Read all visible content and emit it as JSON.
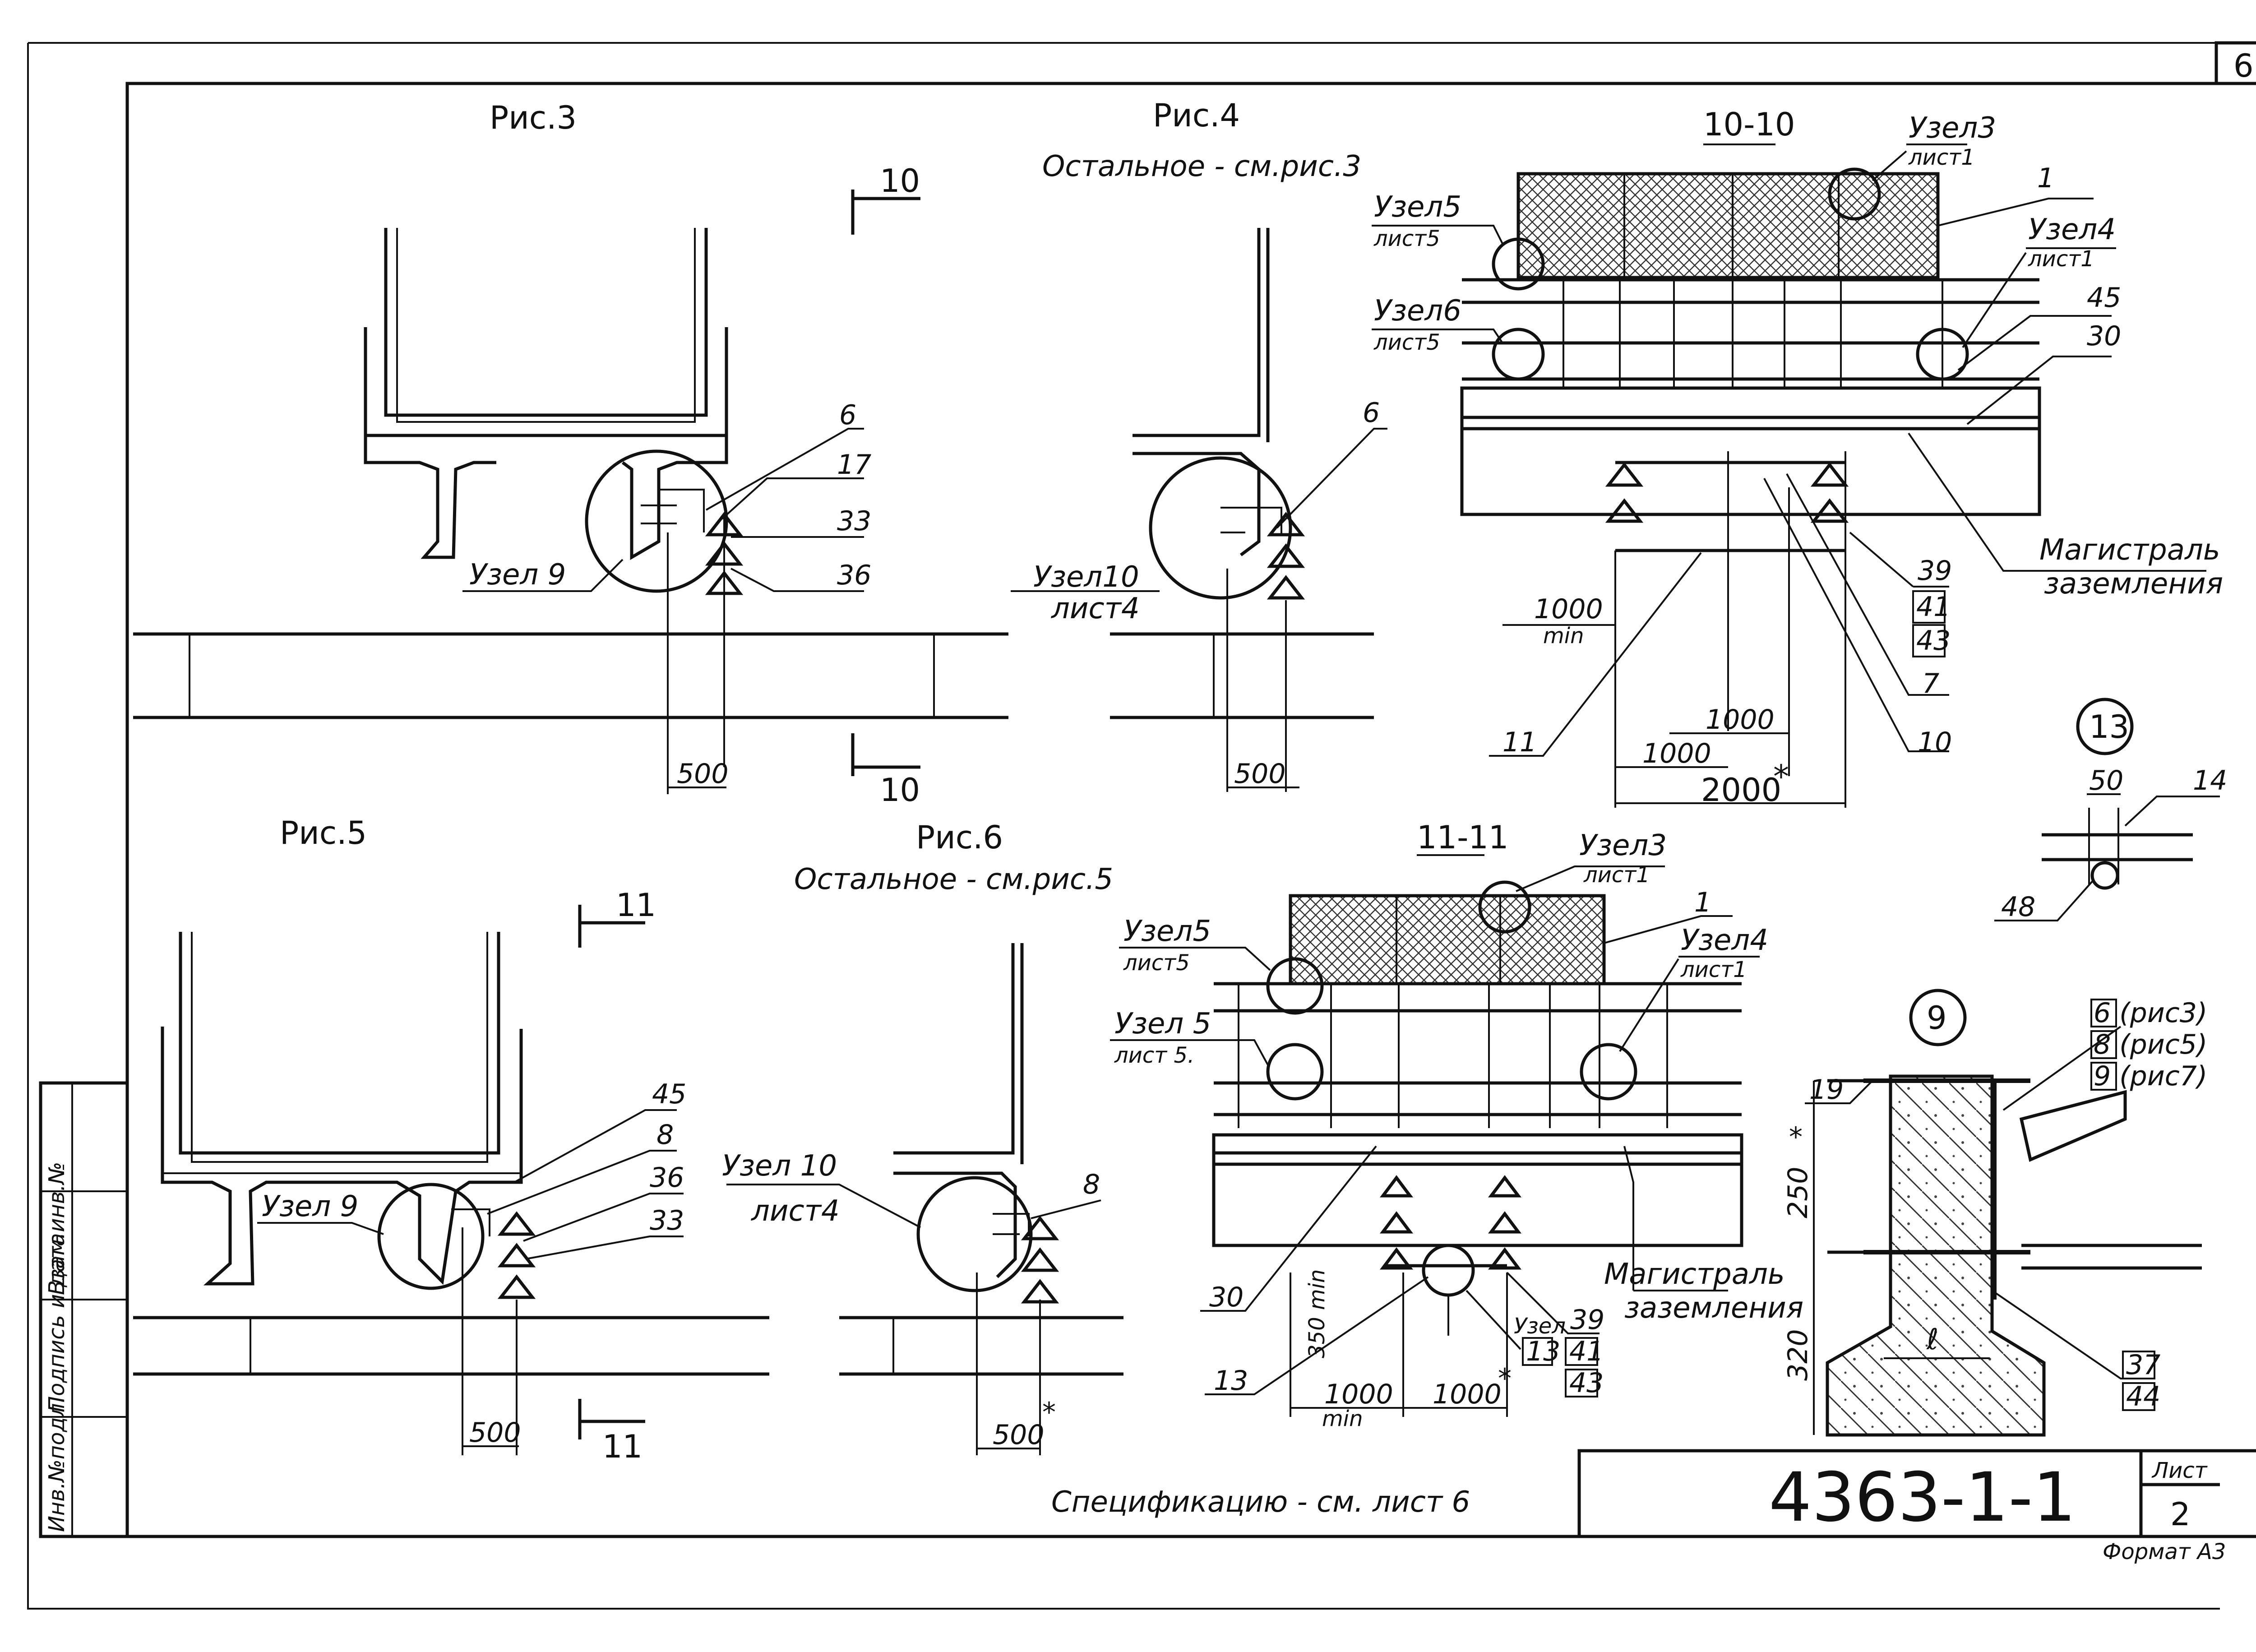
{
  "sheet_number": "6",
  "fig3": {
    "title": "Рис.3",
    "label_6": "6",
    "label_17": "17",
    "label_33": "33",
    "label_36": "36",
    "node": "Узел 9",
    "dim": "500",
    "section_mark": "10"
  },
  "fig4": {
    "title": "Рис.4",
    "subtitle": "Остальное - см.рис.3",
    "label_6": "6",
    "node": "Узел10",
    "node_sheet": "лист4",
    "dim": "500"
  },
  "sec1010": {
    "title": "10-10",
    "n3": "Узел3",
    "n3s": "лист1",
    "n5": "Узел5",
    "n5s": "лист5",
    "n6": "Узел6",
    "n6s": "лист5",
    "n4": "Узел4",
    "n4s": "лист1",
    "l1": "1",
    "l45": "45",
    "l30": "30",
    "mag1": "Магистраль",
    "mag2": "заземления",
    "l39": "39",
    "l41": "41",
    "l43": "43",
    "l7": "7",
    "l10": "10",
    "l11": "11",
    "d1000min": "1000",
    "dmin": "min",
    "d1000a": "1000",
    "d1000b": "1000",
    "d2000": "2000"
  },
  "detail13": {
    "mark": "13",
    "d50": "50",
    "l14": "14",
    "l48": "48"
  },
  "fig5": {
    "title": "Рис.5",
    "section_mark": "11",
    "l45": "45",
    "l8": "8",
    "l36": "36",
    "l33": "33",
    "node": "Узел 9",
    "dim": "500"
  },
  "fig6": {
    "title": "Рис.6",
    "subtitle": "Остальное - см.рис.5",
    "node": "Узел 10",
    "node_sheet": "лист4",
    "l8": "8",
    "dim": "500"
  },
  "sec1111": {
    "title": "11-11",
    "n3": "Узел3",
    "n3s": "лист1",
    "n5a": "Узел5",
    "n5as": "лист5",
    "n5b": "Узел 5",
    "n5bs": "лист 5.",
    "n4": "Узел4",
    "n4s": "лист1",
    "l1": "1",
    "l30": "30",
    "l13": "13",
    "mag1": "Магистраль",
    "mag2": "заземления",
    "v350": "350 min",
    "nd": "Узел",
    "nd13": "13",
    "l39": "39",
    "l41": "41",
    "l43": "43",
    "d1000a": "1000",
    "dmin": "min",
    "d1000b": "1000"
  },
  "detail9": {
    "mark": "9",
    "l19": "19",
    "r1": "6 (рис3)",
    "r2": "8 (рис5)",
    "r3": "9 (рис7)",
    "d250": "250",
    "d320": "320",
    "dl": "ℓ",
    "l37": "37",
    "l44": "44"
  },
  "stamp_left": [
    "Инв.№подл.",
    "Подпись и дата",
    "Взам.инв.№"
  ],
  "spec_note": "Спецификацию - см. лист 6",
  "doc_code": "4363-1-1",
  "sheet_label": "Лист",
  "sheet_value": "2",
  "format": "Формат А3"
}
